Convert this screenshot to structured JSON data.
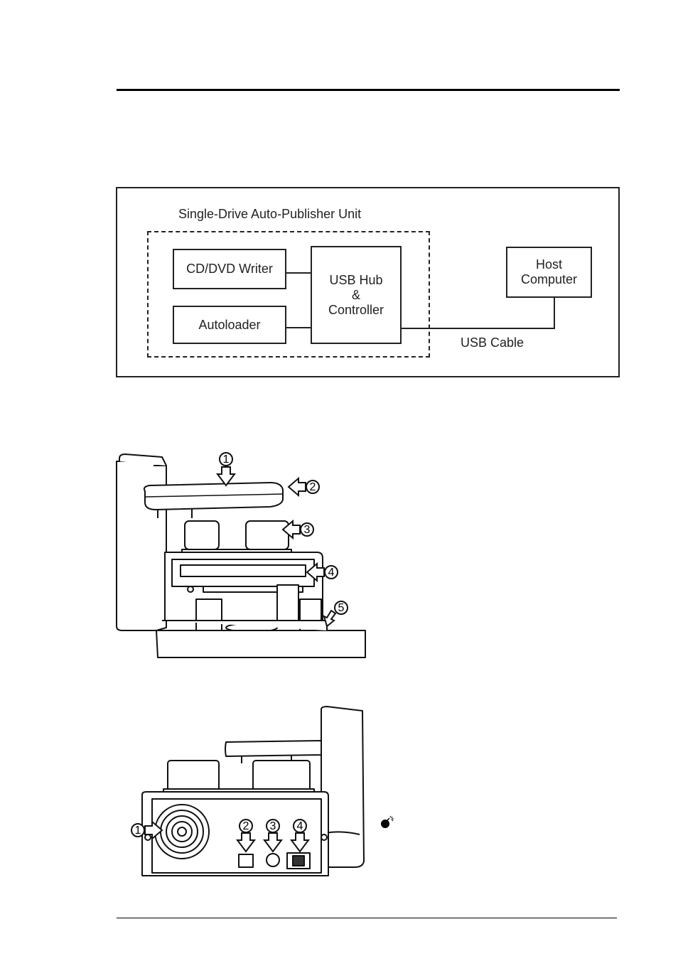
{
  "diagram": {
    "unit_label": "Single-Drive Auto-Publisher Unit",
    "writer": "CD/DVD Writer",
    "autoloader": "Autoloader",
    "hub_line1": "USB Hub",
    "hub_line2": "&",
    "hub_line3": "Controller",
    "host_line1": "Host",
    "host_line2": "Computer",
    "cable": "USB Cable"
  },
  "front_view": {
    "callouts": [
      "1",
      "2",
      "3",
      "4",
      "5"
    ]
  },
  "rear_view": {
    "callouts": [
      "1",
      "2",
      "3",
      "4"
    ]
  },
  "icons": {
    "note": "bomb-icon"
  }
}
